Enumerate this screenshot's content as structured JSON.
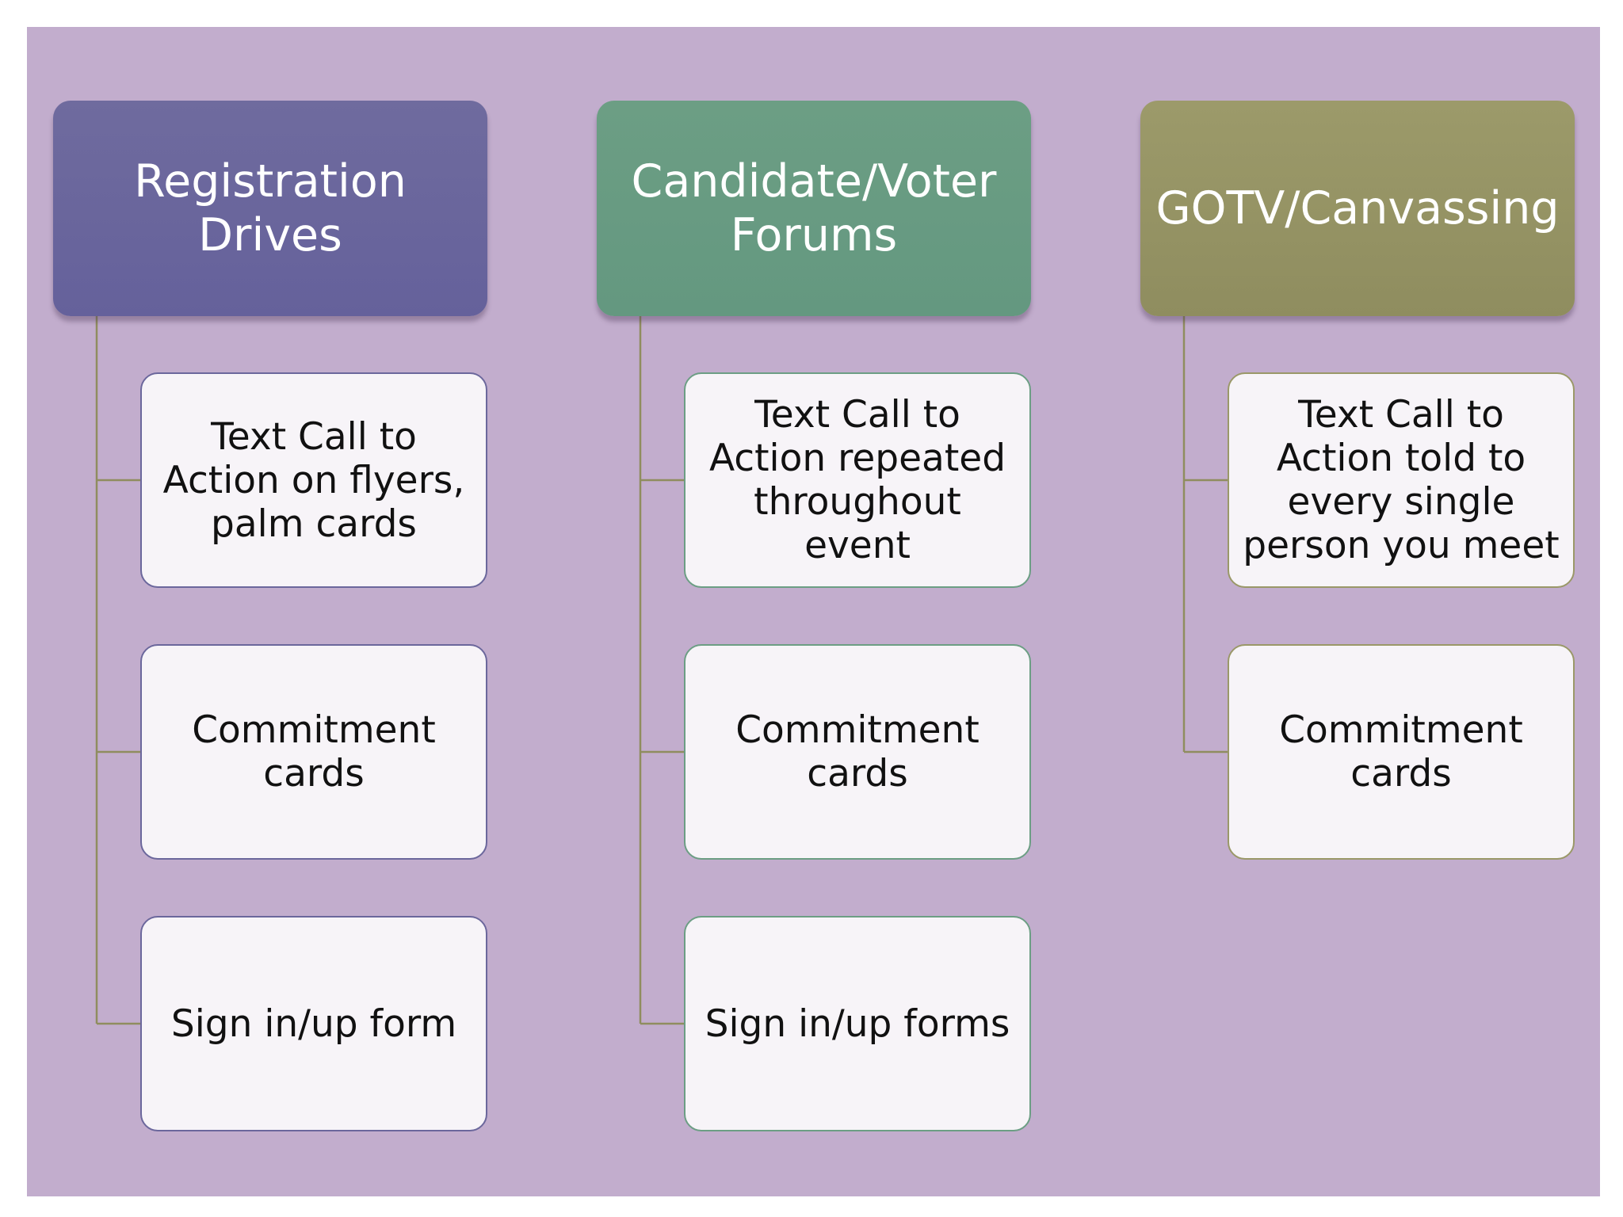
{
  "columns": [
    {
      "header": "Registration\nDrives",
      "items": [
        "Text Call to\nAction on flyers,\npalm cards",
        "Commitment\ncards",
        "Sign in/up form"
      ]
    },
    {
      "header": "Candidate/Voter\nForums",
      "items": [
        "Text Call to\nAction repeated\nthroughout event",
        "Commitment\ncards",
        "Sign in/up forms"
      ]
    },
    {
      "header": "GOTV/Canvassing",
      "items": [
        "Text Call to\nAction told to\nevery single\nperson you meet",
        "Commitment\ncards"
      ]
    }
  ],
  "colors": {
    "background": "#c2adcd",
    "registration": "#6a669c",
    "forums": "#689b82",
    "gotv": "#979565",
    "connector": "#8f8d5f",
    "card_fill": "#f7f4f8"
  }
}
